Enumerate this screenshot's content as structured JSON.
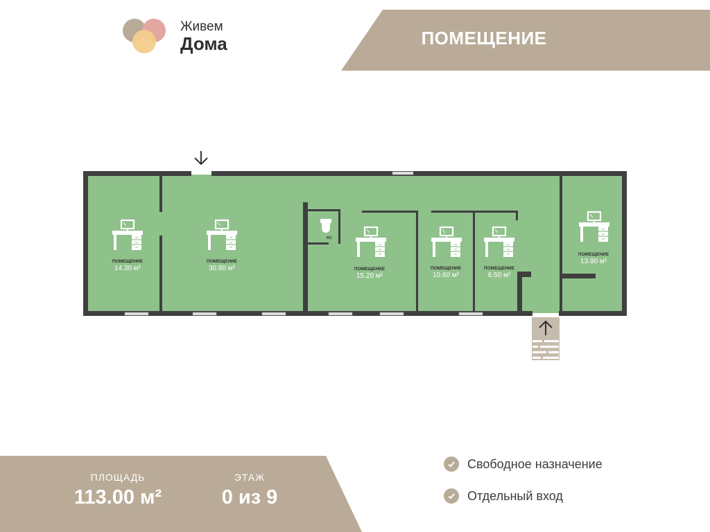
{
  "brand": {
    "line1": "Живем",
    "line2": "Дома"
  },
  "header": {
    "title": "ПОМЕЩЕНИЕ"
  },
  "rooms": [
    {
      "label": "ПОМЕЩЕНИЕ",
      "area": "14.30 м²"
    },
    {
      "label": "ПОМЕЩЕНИЕ",
      "area": "30.80 м²"
    },
    {
      "label": "ПОМЕЩЕНИЕ",
      "area": "15.20 м²"
    },
    {
      "label": "ПОМЕЩЕНИЕ",
      "area": "10.60 м²"
    },
    {
      "label": "ПОМЕЩЕНИЕ",
      "area": "6.50 м²"
    },
    {
      "label": "ПОМЕЩЕНИЕ",
      "area": "13.90 м²"
    }
  ],
  "wc_label": "WC",
  "stats": {
    "area_label": "ПЛОЩАДЬ",
    "area_value": "113.00 м²",
    "floor_label": "ЭТАЖ",
    "floor_value": "0 из 9"
  },
  "features": [
    "Свободное назначение",
    "Отдельный вход"
  ],
  "colors": {
    "accent": "#b9ab97",
    "room_fill": "#8fc18b",
    "wall": "#3f3f3f"
  }
}
